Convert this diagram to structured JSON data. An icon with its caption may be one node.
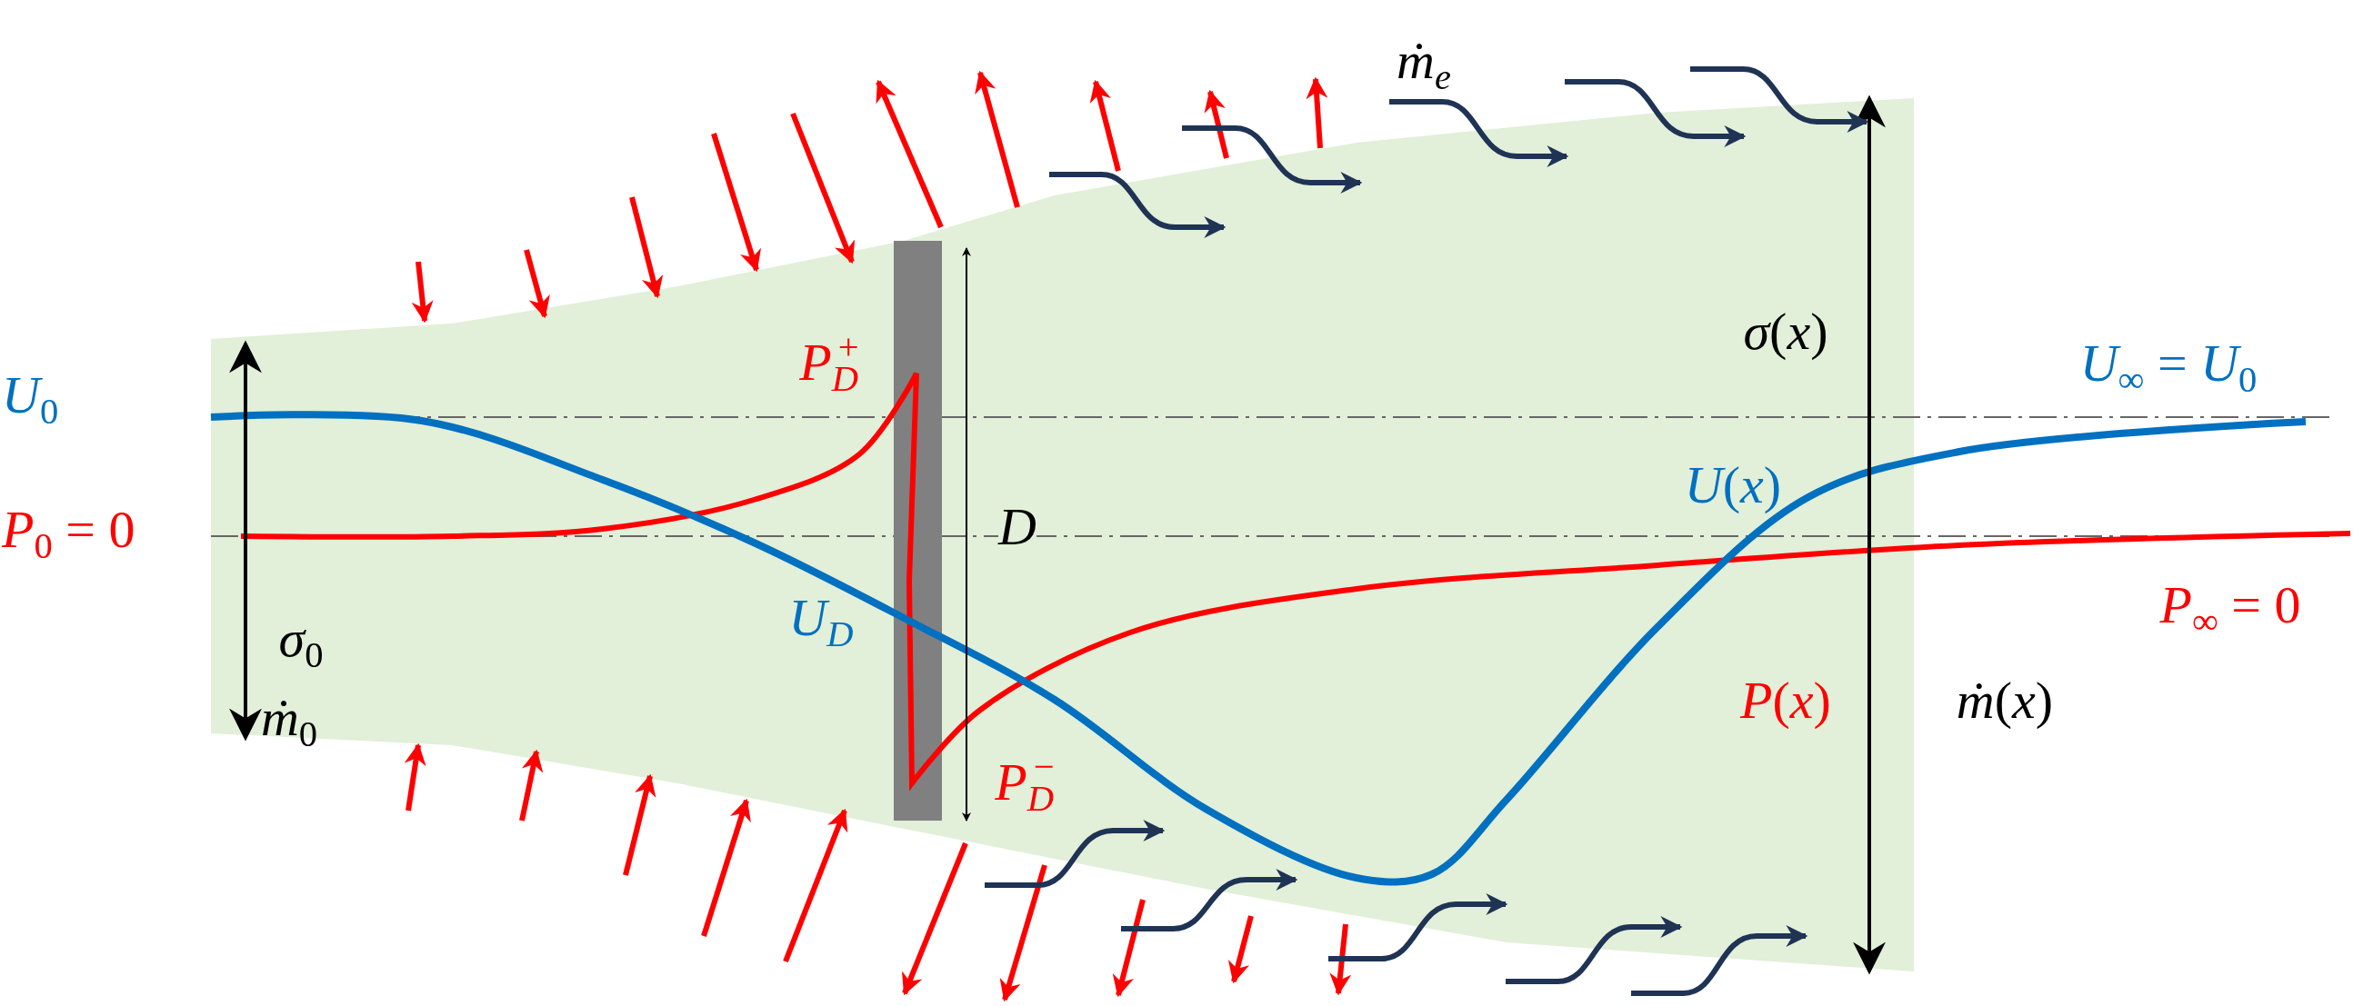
{
  "diagram": {
    "nodes": [
      {
        "text": [],
        "shape": "bar"
      }
    ],
    "labels": [
      "*ṁ*$_{e}$",
      "*σ*(*x*)",
      "*U*$_{0}$",
      "*P*$_{D}$$^{+}$",
      "*U*$_{∞}$ = *U*$_{0}$",
      "*U*(*x*)",
      "*P*$_{0}$ = 0",
      "*D*",
      "*U*$_{D}$",
      "*σ*$_{0}$",
      "*P*$_{∞}$ = 0",
      "*ṁ*$_{0}$",
      "*P*(*x*)",
      "*ṁ*(*x*)",
      "*P*$_{D}$$^{−}$"
    ]
  }
}
